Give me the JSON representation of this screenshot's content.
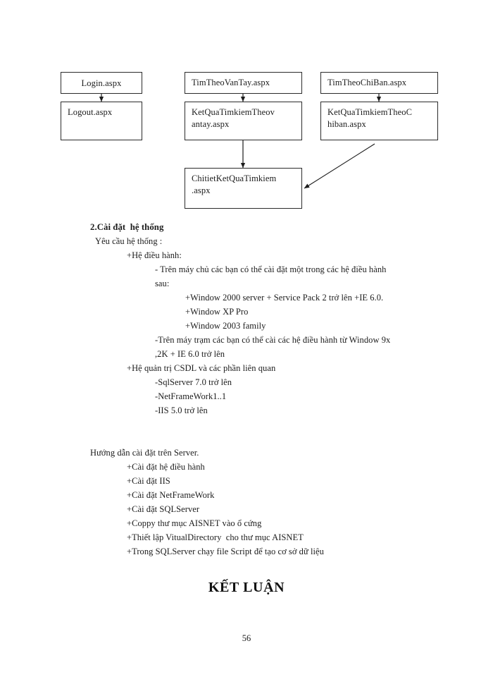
{
  "page": {
    "background_color": "#ffffff",
    "text_color": "#1c1c1c",
    "page_number": "56"
  },
  "diagram": {
    "nodes": [
      {
        "id": "login",
        "label": "Login.aspx"
      },
      {
        "id": "logout",
        "label": "Logout.aspx"
      },
      {
        "id": "tvt",
        "label": "TimTheoVanTay.aspx"
      },
      {
        "id": "kqtvt",
        "label": "KetQuaTimkiemTheov antay.aspx"
      },
      {
        "id": "tcb",
        "label": "TimTheoChiBan.aspx"
      },
      {
        "id": "kqtcb",
        "label": "KetQuaTimkiemTheoC hiban.aspx"
      },
      {
        "id": "chitiet",
        "label": "ChitietKetQuaTimkiem .aspx"
      }
    ],
    "node_lines": {
      "login": [
        "Login.aspx"
      ],
      "logout": [
        "Logout.aspx"
      ],
      "tvt": [
        "TimTheoVanTay.aspx"
      ],
      "kqtvt": [
        "KetQuaTimkiemTheov",
        "antay.aspx"
      ],
      "tcb": [
        "TimTheoChiBan.aspx"
      ],
      "kqtcb": [
        "KetQuaTimkiemTheoC",
        "hiban.aspx"
      ],
      "chitiet": [
        "ChitietKetQuaTimkiem",
        ".aspx"
      ]
    },
    "edges": [
      {
        "from": "login",
        "to": "logout",
        "style": "vertical-arrow"
      },
      {
        "from": "tvt",
        "to": "kqtvt",
        "style": "vertical-arrow"
      },
      {
        "from": "tcb",
        "to": "kqtcb",
        "style": "vertical-arrow"
      },
      {
        "from": "kqtvt",
        "to": "chitiet",
        "style": "vertical-arrow"
      },
      {
        "from": "kqtcb",
        "to": "chitiet",
        "style": "diagonal-arrow"
      }
    ]
  },
  "section": {
    "heading": "2.Cài đặt  hệ thống",
    "lines": [
      {
        "text": "Yêu cầu hệ thống :",
        "indent": "i1"
      },
      {
        "text": "+Hệ điều hành:",
        "indent": "i2"
      },
      {
        "text": "- Trên máy chủ các bạn có thể cài đặt một trong các hệ điều hành",
        "indent": "i3"
      },
      {
        "text": "sau:",
        "indent": "i3"
      },
      {
        "text": "+Window 2000 server + Service Pack 2 trở lên +IE 6.0.",
        "indent": "i4"
      },
      {
        "text": "+Window XP Pro",
        "indent": "i4"
      },
      {
        "text": "+Window 2003 family",
        "indent": "i4"
      },
      {
        "text": "-Trên máy trạm các bạn có thể cài các hệ điều hành từ Window 9x",
        "indent": "i3"
      },
      {
        "text": ",2K + IE 6.0 trở lên",
        "indent": "i3"
      },
      {
        "text": "+Hệ quản trị CSDL và các phần liên quan",
        "indent": "i2"
      },
      {
        "text": "-SqlServer 7.0 trở lên",
        "indent": "i3"
      },
      {
        "text": "-NetFrameWork1..1",
        "indent": "i3"
      },
      {
        "text": "-IIS 5.0 trở lên",
        "indent": "i3"
      }
    ]
  },
  "install_guide": {
    "heading": "Hướng dẫn cài đặt trên Server.",
    "steps": [
      "+Cài đặt hệ điều hành",
      "+Cài đặt IIS",
      "+Cài đặt NetFrameWork",
      "+Cài đặt SQLServer",
      "+Coppy thư mục AISNET vào ổ cứng",
      "+Thiết lập VitualDirectory  cho thư mục AISNET",
      "+Trong SQLServer chạy file Script để tạo cơ sở dữ liệu"
    ]
  },
  "chapter_title": "KẾT LUẬN"
}
